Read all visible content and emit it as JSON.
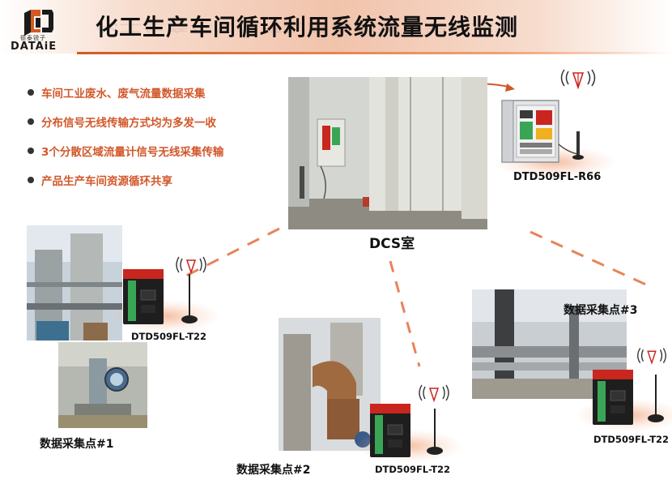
{
  "logo": {
    "cn": "德泰锐子",
    "en": "DATAiE"
  },
  "title": "化工生产车间循环利用系统流量无线监测",
  "bullets": [
    "车间工业废水、废气流量数据采集",
    "分布信号无线传输方式均为多发一收",
    "3个分散区域流量计信号无线采集传输",
    "产品生产车间资源循环共享"
  ],
  "dcs_label": "DCS室",
  "receiver_model": "DTD509FL-R66",
  "points": [
    {
      "name": "数据采集点#1",
      "model": "DTD509FL-T22"
    },
    {
      "name": "数据采集点#2",
      "model": "DTD509FL-T22"
    },
    {
      "name": "数据采集点#3",
      "model": "DTD509FL-T22"
    }
  ],
  "colors": {
    "accent": "#d2572a",
    "dash": "#e8845a",
    "device_red": "#c8261e",
    "terminal_green": "#3aa655"
  }
}
